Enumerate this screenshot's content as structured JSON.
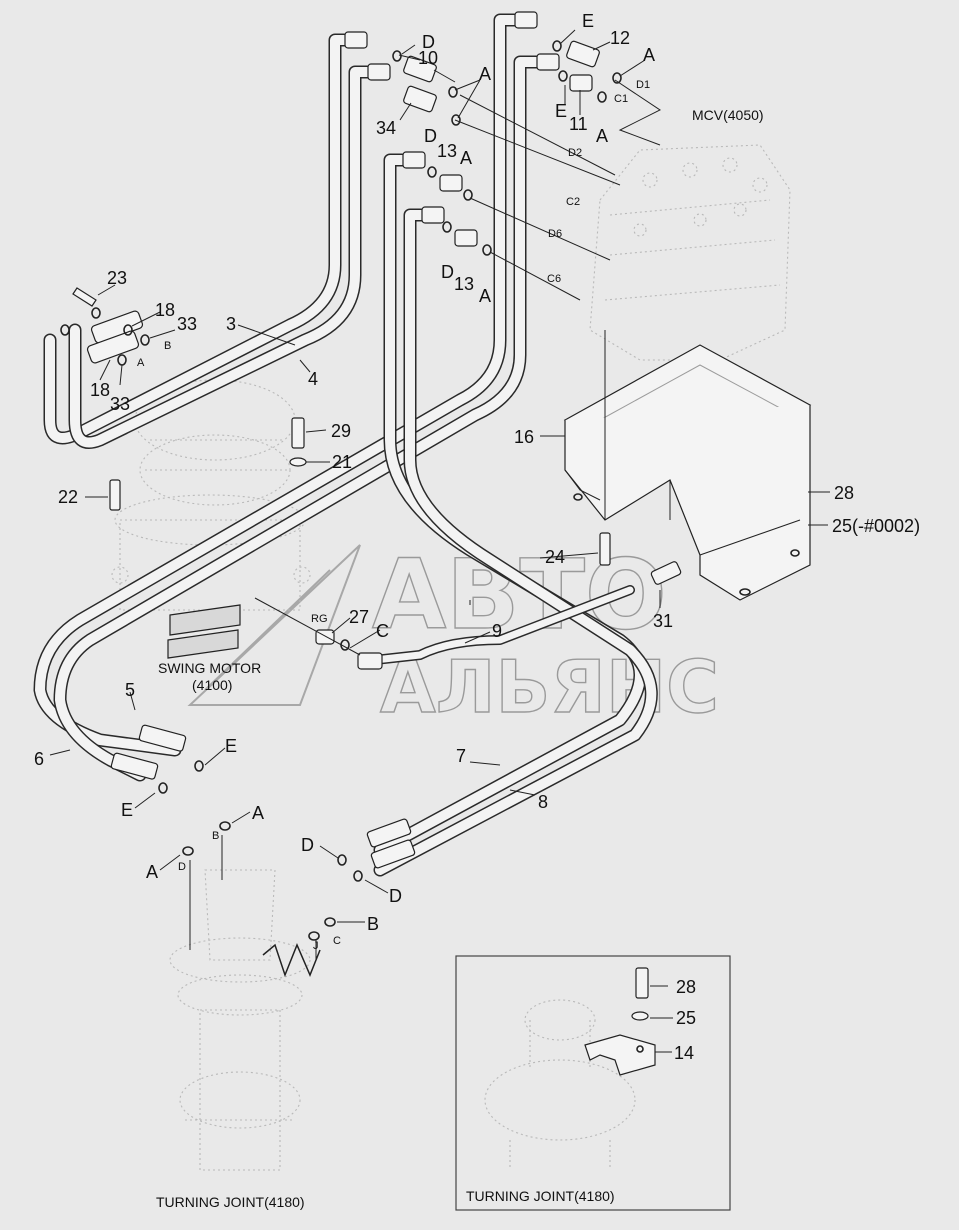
{
  "callouts": {
    "c3": "3",
    "c4": "4",
    "c5": "5",
    "c6": "6",
    "c7": "7",
    "c8": "8",
    "c9": "9",
    "c10": "10",
    "c11": "11",
    "c12": "12",
    "c13a": "13",
    "c13b": "13",
    "c14": "14",
    "c16": "16",
    "c18a": "18",
    "c18b": "18",
    "c21": "21",
    "c22": "22",
    "c23": "23",
    "c24": "24",
    "c25": "25(-#0002)",
    "c25b": "25",
    "c27": "27",
    "c28": "28",
    "c28b": "28",
    "c29": "29",
    "c31": "31",
    "c33a": "33",
    "c33b": "33",
    "c34": "34"
  },
  "port_letters": {
    "D_top": "D",
    "A_top": "A",
    "E_top": "E",
    "A_top2": "A",
    "E_mid": "E",
    "A_mid": "A",
    "D_13": "D",
    "A_13": "A",
    "D_13b": "D",
    "A_13b": "A",
    "C_27": "C",
    "E_hose5": "E",
    "E_hose6": "E",
    "A_tj": "A",
    "A_tj2": "A",
    "D_tj": "D",
    "D_tj2": "D",
    "B_tj": "B"
  },
  "small_labels": {
    "D1": "D1",
    "C1": "C1",
    "D2": "D2",
    "C2": "C2",
    "D6": "D6",
    "C6": "C6",
    "A_sm": "A",
    "B_sm": "B",
    "RG": "RG",
    "B_tj_sm": "B",
    "D_tj_sm": "D",
    "J": "J",
    "C_tj_sm": "C"
  },
  "captions": {
    "mcv": "MCV(4050)",
    "swing_motor": "SWING MOTOR",
    "swing_motor_code": "(4100)",
    "turning_joint": "TURNING JOINT(4180)",
    "turning_joint_inset": "TURNING JOINT(4180)"
  },
  "watermark": {
    "line1": "АВТО",
    "line2": "АЛЬЯНС"
  },
  "colors": {
    "background": "#e9e9e9",
    "line": "#222222",
    "ghost": "#b9b9b9"
  }
}
